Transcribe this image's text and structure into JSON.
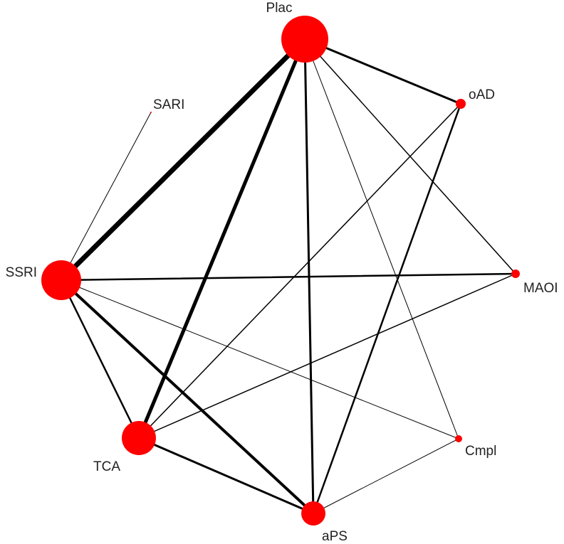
{
  "network": {
    "node_color": "#ff0000",
    "edge_color": "#000000",
    "nodes": [
      {
        "id": "Plac",
        "label": "Plac"
      },
      {
        "id": "oAD",
        "label": "oAD"
      },
      {
        "id": "SARI",
        "label": "SARI"
      },
      {
        "id": "SSRI",
        "label": "SSRI"
      },
      {
        "id": "MAOI",
        "label": "MAOI"
      },
      {
        "id": "TCA",
        "label": "TCA"
      },
      {
        "id": "Cmpl",
        "label": "Cmpl"
      },
      {
        "id": "aPS",
        "label": "aPS"
      }
    ],
    "edges": [
      {
        "source": "Plac",
        "target": "SSRI"
      },
      {
        "source": "Plac",
        "target": "TCA"
      },
      {
        "source": "Plac",
        "target": "aPS"
      },
      {
        "source": "Plac",
        "target": "oAD"
      },
      {
        "source": "Plac",
        "target": "MAOI"
      },
      {
        "source": "Plac",
        "target": "Cmpl"
      },
      {
        "source": "SARI",
        "target": "SSRI"
      },
      {
        "source": "SSRI",
        "target": "MAOI"
      },
      {
        "source": "SSRI",
        "target": "TCA"
      },
      {
        "source": "SSRI",
        "target": "aPS"
      },
      {
        "source": "SSRI",
        "target": "Cmpl"
      },
      {
        "source": "TCA",
        "target": "aPS"
      },
      {
        "source": "TCA",
        "target": "oAD"
      },
      {
        "source": "TCA",
        "target": "MAOI"
      },
      {
        "source": "aPS",
        "target": "oAD"
      },
      {
        "source": "aPS",
        "target": "Cmpl"
      }
    ]
  }
}
